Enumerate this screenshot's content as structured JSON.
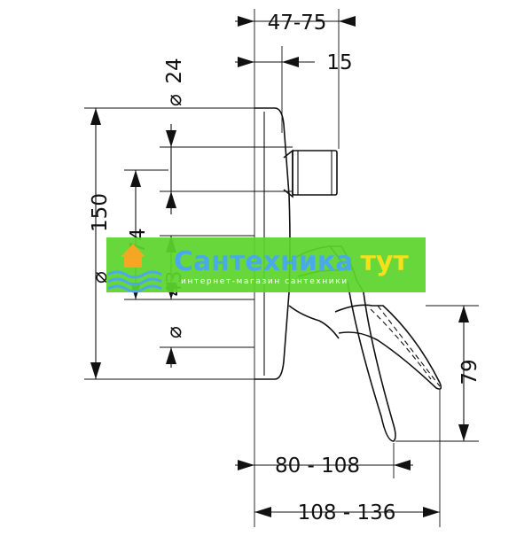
{
  "dimensions": {
    "top_depth": "47-75",
    "top_offset": "15",
    "diam_inlet_prefix": "⌀",
    "diam_inlet_value": "24",
    "diam_plate_prefix": "⌀",
    "diam_plate_value": "150",
    "spacing_74": "74",
    "spacing_43": "43",
    "diam_outlet_prefix": "⌀",
    "outlet_height": "79",
    "spout_reach_short": "80 - 108",
    "spout_reach_long": "108 - 136"
  },
  "watermark": {
    "brand_main": "Сантехника",
    "brand_accent": "тут",
    "tagline": "интернет-магазин сантехники",
    "background_color": "#5dd42c",
    "brand_color": "#4aa9ea",
    "accent_color": "#f5e019"
  }
}
